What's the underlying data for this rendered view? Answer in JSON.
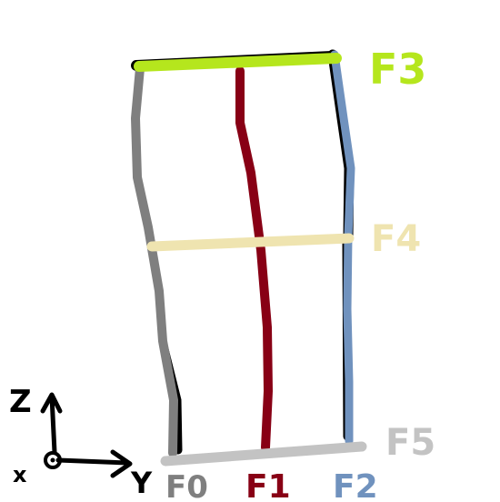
{
  "diagram": {
    "frames": [
      {
        "label": "F0",
        "color": "#7f7f7f"
      },
      {
        "label": "F1",
        "color": "#880015"
      },
      {
        "label": "F2",
        "color": "#7092be"
      },
      {
        "label": "F3",
        "color": "#b5e61d"
      },
      {
        "label": "F4",
        "color": "#efe4b0"
      },
      {
        "label": "F5",
        "color": "#c3c3c3"
      }
    ],
    "axes": {
      "z_label": "Z",
      "y_label": "Y",
      "x_label": "x"
    },
    "outline_color": "#000000"
  }
}
